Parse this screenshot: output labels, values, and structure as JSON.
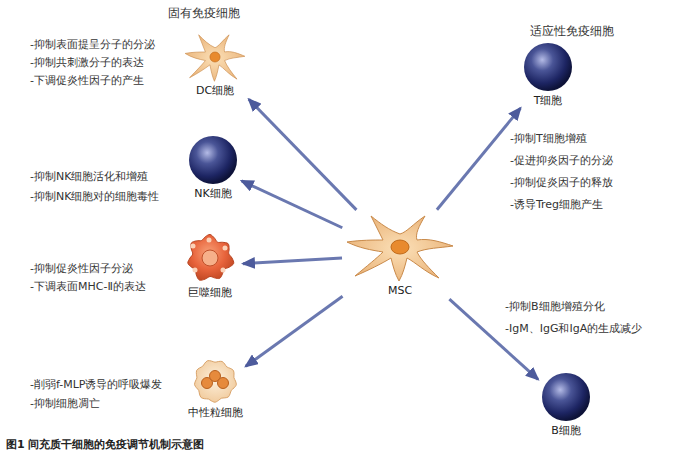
{
  "diagram": {
    "caption": "图1 间充质干细胞的免疫调节机制示意图",
    "nodes": [
      {
        "text": [
          "MSC"
        ]
      },
      {
        "text": [
          "DC细胞"
        ]
      },
      {
        "text": [
          "NK细胞"
        ]
      },
      {
        "text": [
          "巨噬细胞"
        ]
      },
      {
        "text": [
          "中性粒细胞"
        ]
      },
      {
        "text": [
          "T细胞"
        ]
      },
      {
        "text": [
          "B细胞"
        ]
      }
    ],
    "edges": [
      {
        "from": 0,
        "to": 1,
        "arrow": "to"
      },
      {
        "from": 0,
        "to": 2,
        "arrow": "to"
      },
      {
        "from": 0,
        "to": 3,
        "arrow": "to"
      },
      {
        "from": 0,
        "to": 4,
        "arrow": "to"
      },
      {
        "from": 0,
        "to": 5,
        "arrow": "to"
      },
      {
        "from": 0,
        "to": 6,
        "arrow": "to"
      }
    ],
    "labels": [
      "固有免疫细胞",
      "-抑制表面提呈分子的分泌",
      "-抑制共刺激分子的表达",
      "-下调促炎性因子的产生",
      "-抑制NK细胞活化和增殖",
      "-抑制NK细胞对的细胞毒性",
      "-抑制促炎性因子分泌",
      "-下调表面MHC-Ⅱ的表达",
      "-削弱f-MLP诱导的呼吸爆发",
      "-抑制细胞凋亡",
      "适应性免疫细胞",
      "-抑制T细胞增殖",
      "-促进抑炎因子的分泌",
      "-抑制促炎因子的释放",
      "-诱导Treg细胞产生",
      "-抑制B细胞增殖分化",
      "-IgM、IgG和IgA的生成减少"
    ]
  }
}
